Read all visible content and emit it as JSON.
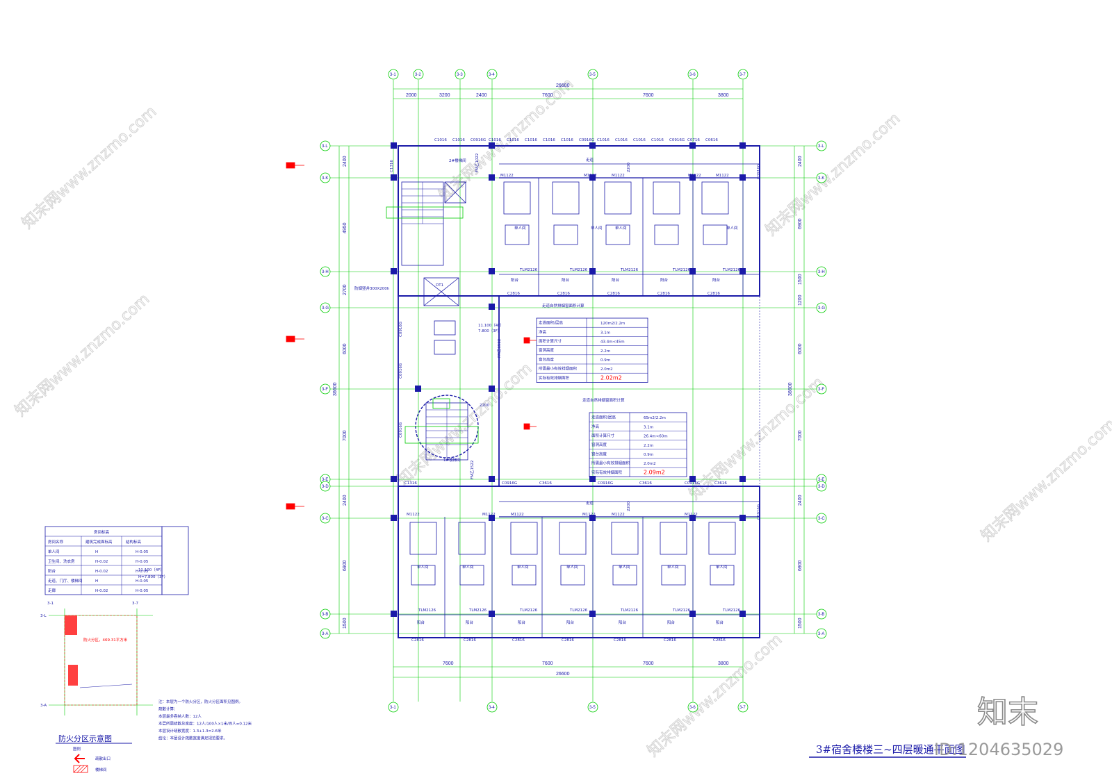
{
  "drawing": {
    "title": "3#宿舍楼楼三~四层暖通平面图",
    "id_label": "ID:1204635029",
    "brand": "知末",
    "watermark": "知末网www.znzmo.com"
  },
  "axes": {
    "top": [
      "3-1",
      "3-2",
      "3-3",
      "3-4",
      "3-5",
      "3-6",
      "3-7"
    ],
    "bottom": [
      "3-1",
      "3-4",
      "3-5",
      "3-6",
      "3-7"
    ],
    "left": [
      "3-L",
      "3-K",
      "3-H",
      "3-G",
      "3-F",
      "3-E",
      "3-D",
      "3-C",
      "3-B",
      "3-A"
    ]
  },
  "dimensions": {
    "top_total": "26600",
    "top_segments": [
      "2000",
      "3200",
      "2400",
      "7600",
      "7600",
      "3800"
    ],
    "bottom_segments": [
      "7600",
      "7600",
      "7600",
      "3800"
    ],
    "bottom_total": "26600",
    "left_segments": [
      "2400",
      "4950",
      "2700",
      "6000",
      "7000",
      "2400",
      "6900",
      "1500"
    ],
    "left_total": "36600",
    "right_segments": [
      "2400",
      "6900",
      "1500",
      "1200",
      "6000",
      "7000",
      "2400",
      "6900",
      "1500"
    ],
    "right_total": "36600"
  },
  "windows_top": [
    "C1016",
    "C1016",
    "C0916G",
    "C1016",
    "C1016",
    "C1016",
    "C1016",
    "C1016",
    "C0916G",
    "C1016",
    "C1016",
    "C1016",
    "C1016",
    "C0916G",
    "C0716",
    "C0616"
  ],
  "windows_bottom": [
    "C2816",
    "C2816",
    "C2816",
    "C2816",
    "C2816",
    "C2816",
    "C2816",
    "C2816",
    "C2816",
    "C2816"
  ],
  "windows_mid_top": [
    "C2816",
    "C2816",
    "C2816",
    "C2816",
    "C2816"
  ],
  "windows_mid_bottom": [
    "C1316",
    "C0916G",
    "C3616",
    "C0916G",
    "C3616",
    "C0916G",
    "C3616"
  ],
  "doors": [
    "M1122",
    "M1122",
    "M1122",
    "M1122",
    "M1122",
    "M1122",
    "M1122",
    "M1122",
    "M1122"
  ],
  "doors_south": [
    "TLM2126",
    "TLM2126",
    "TLM2126",
    "TLM2126",
    "TLM2126",
    "TLM2126",
    "TLM2126",
    "TLM2126",
    "TLM2126"
  ],
  "labels": {
    "corridor": "走道",
    "corridor_width": "2200",
    "stair_2": "2#楼梯间",
    "stair_1": "1#楼梯间",
    "elevator": "DT1",
    "balcony": "阳台",
    "single_room": "单人间",
    "fire_door_1": "FM乙1522",
    "fire_door_2": "FM乙1022",
    "elev_level": "11.100（4F）",
    "elev_level2": "7.800（3F）",
    "duct": "防烟竖井300X200h"
  },
  "table_1": {
    "title": "走道自然排烟窗面积计算",
    "rows": [
      [
        "走道面积/层高",
        "120m2/2.2m"
      ],
      [
        "净高",
        "3.1m"
      ],
      [
        "面积计算尺寸",
        "43.4m<45m"
      ],
      [
        "窗洞高度",
        "2.2m"
      ],
      [
        "窗台高度",
        "0.9m"
      ],
      [
        "所需最小有效排烟面积",
        "2.0m2"
      ],
      [
        "实际有效排烟面积",
        "2.02m2"
      ]
    ]
  },
  "table_2": {
    "title": "走道自然排烟窗面积计算",
    "rows": [
      [
        "走道面积/层高",
        "65m2/2.2m"
      ],
      [
        "净高",
        "3.1m"
      ],
      [
        "面积计算尺寸",
        "26.4m<60m"
      ],
      [
        "窗洞高度",
        "2.2m"
      ],
      [
        "窗台高度",
        "0.9m"
      ],
      [
        "所需最小有效排烟面积",
        "2.0m2"
      ],
      [
        "实际有效排烟面积",
        "2.09m2"
      ]
    ]
  },
  "legend_table": {
    "header": "房间标高",
    "columns": [
      "房间名称",
      "建筑完成面标高",
      "结构标高"
    ],
    "rows": [
      [
        "单人间",
        "H",
        "H-0.05"
      ],
      [
        "卫生间、洗衣房",
        "H-0.02",
        "H-0.05"
      ],
      [
        "阳台",
        "H-0.02",
        "H-0.05"
      ],
      [
        "走道、门厅、楼梯间",
        "H",
        "H-0.05"
      ],
      [
        "走廊",
        "H-0.02",
        "H-0.05"
      ]
    ],
    "level_note": "11.100（4F）",
    "level_note2": "H=7.800（3F）"
  },
  "fire_diagram": {
    "title": "防火分区示意图",
    "zone_label": "防火分区，469.31平方米",
    "legend_title": "图例",
    "legend_exit": "疏散出口",
    "legend_stair": "楼梯间",
    "axes": [
      "3-1",
      "3-7",
      "3-L",
      "3-A"
    ]
  },
  "notes": [
    "注：本层为一个防火分区，防火分区面积见图例。",
    "疏散计算：",
    "本层最多容纳人数：12人",
    "本层所需疏散总宽度：12人/100人×1米/百人=0.12米",
    "本层设计疏散宽度：1.3+1.3=2.6米",
    "结论：本层设计疏散宽度满足规范要求。"
  ],
  "colors": {
    "line": "#1a1aa8",
    "grid": "#00cc00",
    "alert": "#ff0000",
    "text": "#1a1aa8"
  }
}
